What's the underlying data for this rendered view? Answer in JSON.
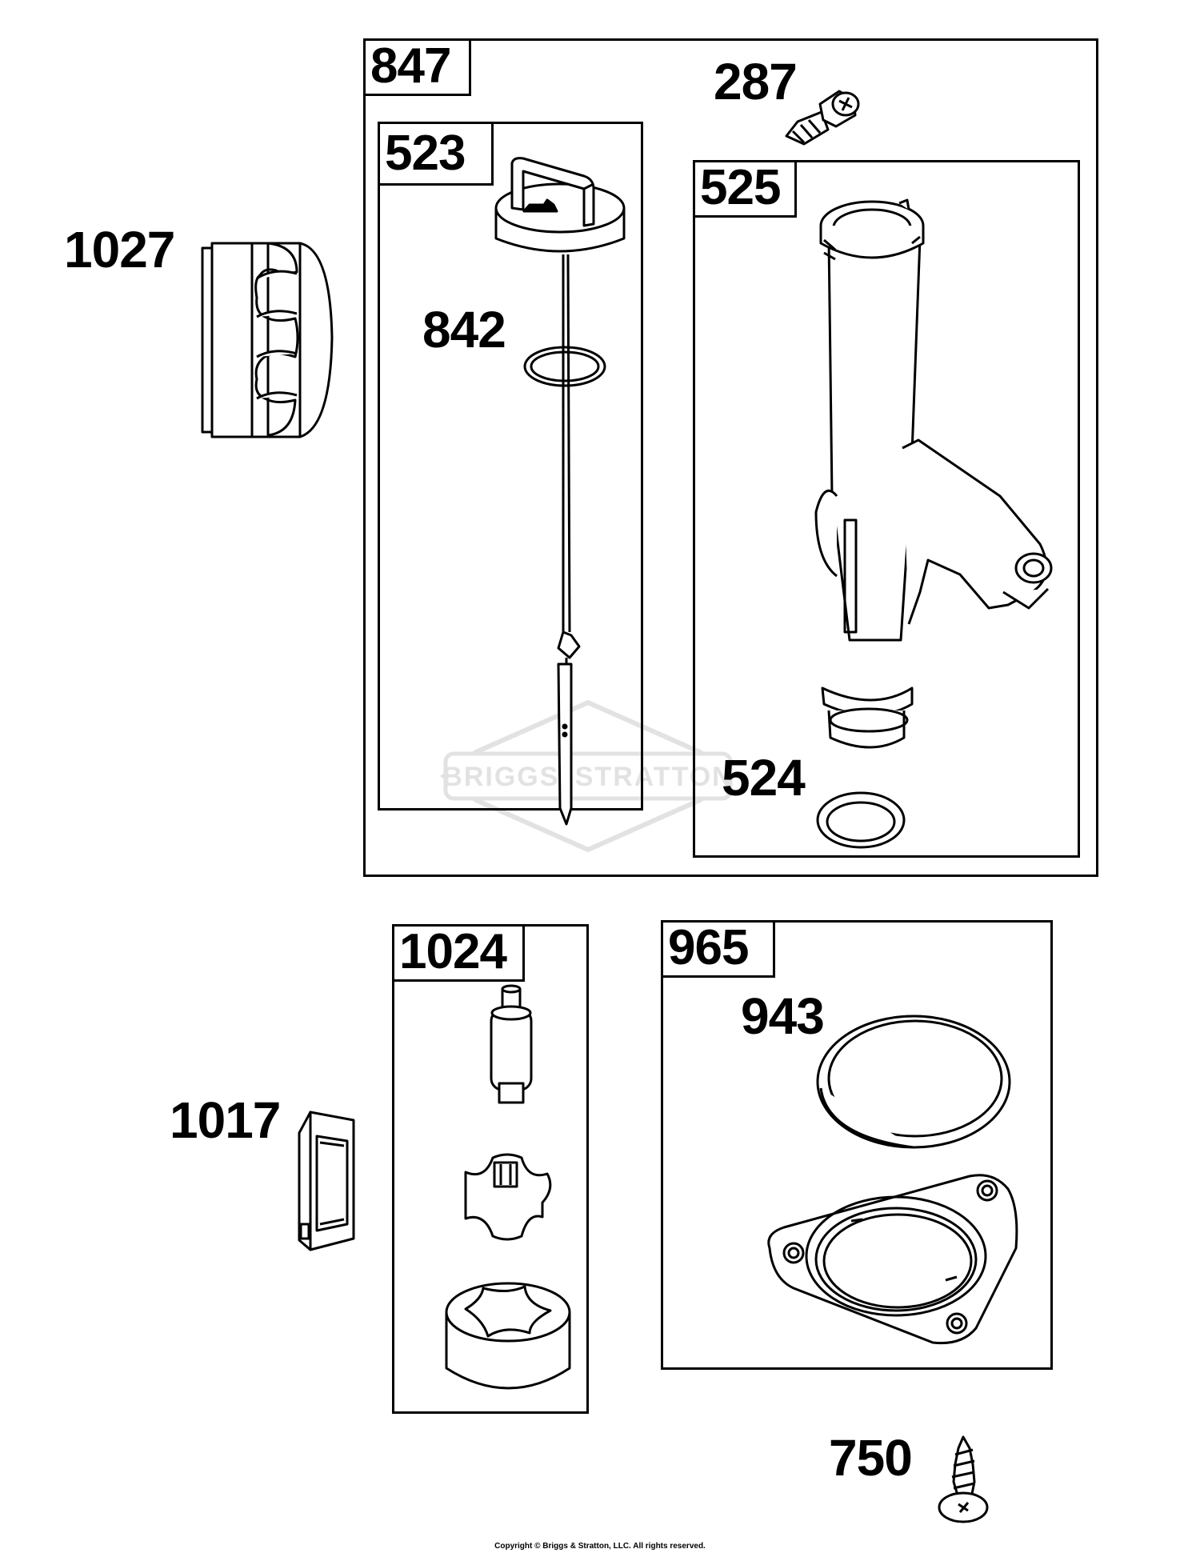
{
  "labels": {
    "p1027": "1027",
    "p847": "847",
    "p287": "287",
    "p523": "523",
    "p525": "525",
    "p842": "842",
    "p524": "524",
    "p1024": "1024",
    "p965": "965",
    "p943": "943",
    "p1017": "1017",
    "p750": "750"
  },
  "watermark": {
    "left": "BRIGGS",
    "amp": "&",
    "right": "STRATTON"
  },
  "footer": "Copyright © Briggs & Stratton, LLC. All rights reserved."
}
